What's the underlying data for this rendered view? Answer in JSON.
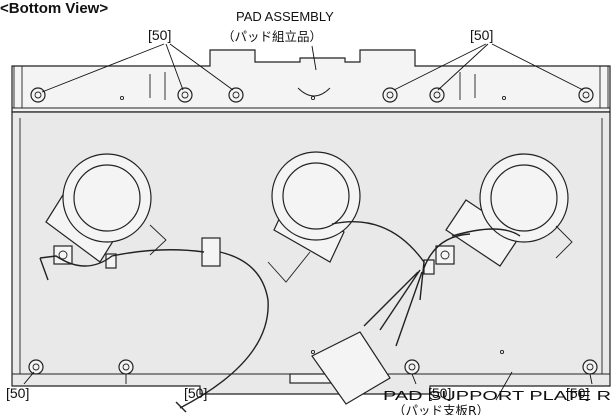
{
  "title": "<Bottom View>",
  "pad_assembly": {
    "label_en": "PAD ASSEMBLY",
    "label_jp": "（パッド組立品）"
  },
  "pad_support_plate": {
    "label_en": "PAD SUPPORT PLATE R",
    "label_jp": "（パッド支板R）"
  },
  "screw_refs": {
    "top_left": "[50]",
    "top_right": "[50]",
    "bottom_1": "[50]",
    "bottom_2": "[50]",
    "bottom_3": "[50]",
    "bottom_4": "[50]"
  }
}
